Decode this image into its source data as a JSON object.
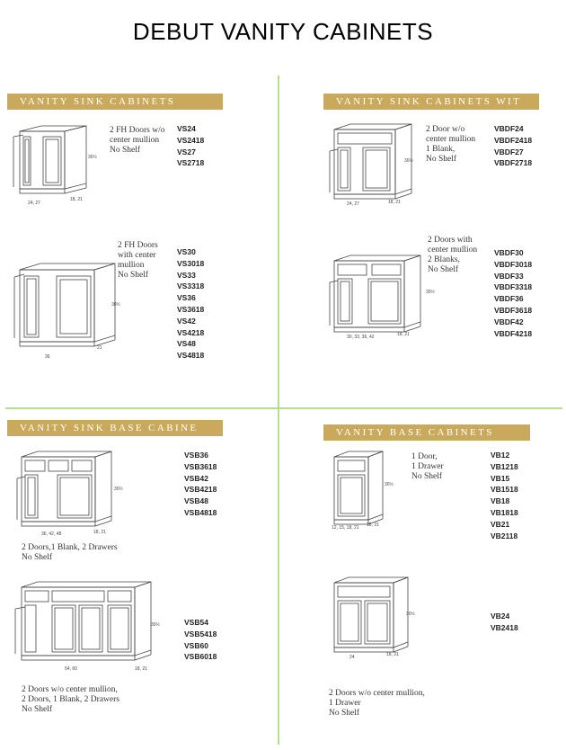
{
  "title": "DEBUT VANITY CABINETS",
  "sections": {
    "q1": {
      "banner": "VANITY SINK CABINETS",
      "items": [
        {
          "desc": [
            "2 FH Doors w/o",
            "center mullion",
            "No Shelf"
          ],
          "codes": [
            "VS24",
            "VS2418",
            "VS27",
            "VS2718"
          ],
          "dims": {
            "width": "24, 27",
            "depth": "18, 21",
            "height": "30½"
          }
        },
        {
          "desc": [
            "2 FH Doors",
            "with center",
            "mullion",
            "No Shelf"
          ],
          "codes": [
            "VS30",
            "VS3018",
            "VS33",
            "VS3318",
            "VS36",
            "VS3618",
            "VS42",
            "VS4218",
            "VS48",
            "VS4818"
          ],
          "dims": {
            "width": "36",
            "depth": "21",
            "height": "30½"
          }
        }
      ]
    },
    "q2": {
      "banner": "VANITY SINK CABINETS WIT",
      "items": [
        {
          "desc": [
            "2 Door w/o",
            "center mullion",
            "1 Blank,",
            "No Shelf"
          ],
          "codes": [
            "VBDF24",
            "VBDF2418",
            "VBDF27",
            "VBDF2718"
          ],
          "dims": {
            "width": "24, 27",
            "depth": "18, 21",
            "height": "30½"
          }
        },
        {
          "desc": [
            "2 Doors with",
            "center mullion",
            "2 Blanks,",
            "No Shelf"
          ],
          "codes": [
            "VBDF30",
            "VBDF3018",
            "VBDF33",
            "VBDF3318",
            "VBDF36",
            "VBDF3618",
            "VBDF42",
            "VBDF4218"
          ],
          "dims": {
            "width": "30, 33, 36, 42",
            "depth": "18, 21",
            "height": "30½"
          }
        }
      ]
    },
    "q3": {
      "banner": "VANITY SINK BASE CABINE",
      "items": [
        {
          "desc": [
            "2 Doors,1 Blank, 2 Drawers",
            "No Shelf"
          ],
          "codes": [
            "VSB36",
            "VSB3618",
            "VSB42",
            "VSB4218",
            "VSB48",
            "VSB4818"
          ],
          "dims": {
            "width": "36, 42, 48",
            "depth": "18, 21",
            "height": "30½"
          }
        },
        {
          "desc": [
            "2 Doors w/o center mullion,",
            "2 Doors, 1 Blank, 2 Drawers",
            "No Shelf"
          ],
          "codes": [
            "VSB54",
            "VSB5418",
            "VSB60",
            "VSB6018"
          ],
          "dims": {
            "width": "54, 60",
            "depth": "18, 21",
            "height": "30½"
          }
        }
      ]
    },
    "q4": {
      "banner": "VANITY BASE CABINETS",
      "items": [
        {
          "desc": [
            "1 Door,",
            "1 Drawer",
            "No Shelf"
          ],
          "codes": [
            "VB12",
            "VB1218",
            "VB15",
            "VB1518",
            "VB18",
            "VB1818",
            "VB21",
            "VB2118"
          ],
          "dims": {
            "width": "12, 15, 18, 21",
            "depth": "18, 21",
            "height": "30½"
          }
        },
        {
          "desc": [
            "2 Doors w/o center mullion,",
            "1 Drawer",
            "No Shelf"
          ],
          "codes": [
            "VB24",
            "VB2418"
          ],
          "dims": {
            "width": "24",
            "depth": "18, 21",
            "height": "30½"
          }
        }
      ]
    }
  }
}
